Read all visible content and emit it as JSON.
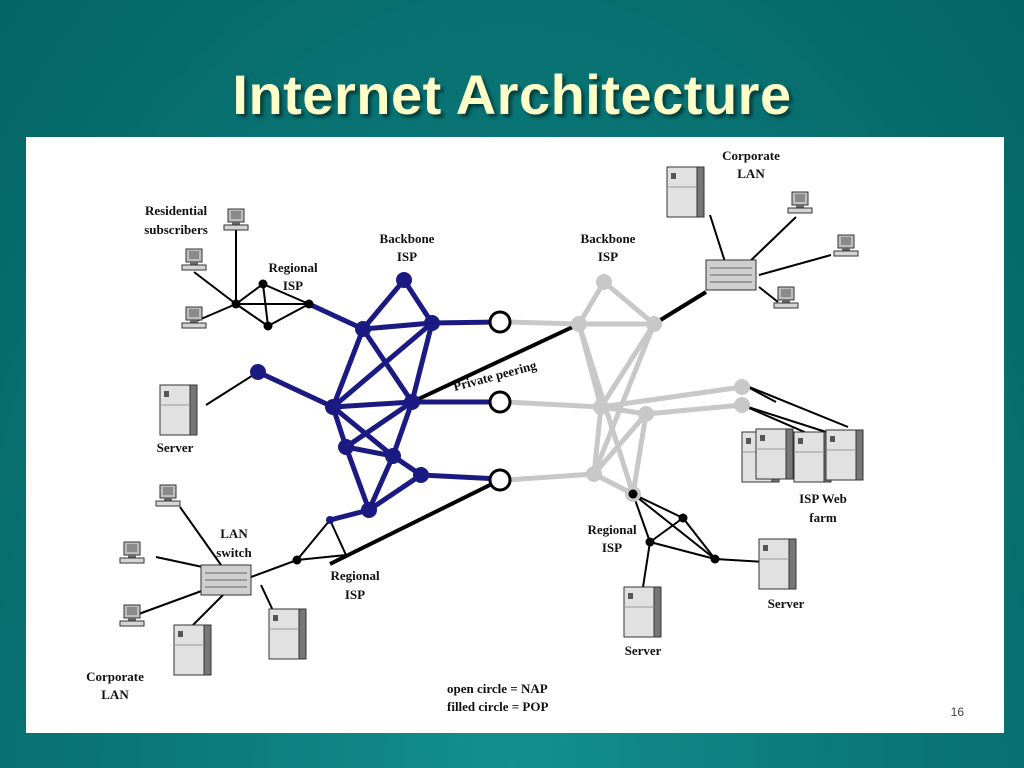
{
  "slide": {
    "title": "Internet Architecture",
    "page_number": "16"
  },
  "labels": {
    "residential": [
      "Residential",
      "subscribers"
    ],
    "regional_isp_tl": [
      "Regional",
      "ISP"
    ],
    "backbone_isp_left": [
      "Backbone",
      "ISP"
    ],
    "backbone_isp_right": [
      "Backbone",
      "ISP"
    ],
    "corporate_lan_tr": [
      "Corporate",
      "LAN"
    ],
    "server_left": "Server",
    "private_peering": "Private peering",
    "isp_web_farm": [
      "ISP Web",
      "farm"
    ],
    "lan_switch": [
      "LAN",
      "switch"
    ],
    "regional_isp_bl": [
      "Regional",
      "ISP"
    ],
    "regional_isp_br": [
      "Regional",
      "ISP"
    ],
    "server_br": "Server",
    "server_bottom": "Server",
    "corporate_lan_bl": [
      "Corporate",
      "LAN"
    ],
    "legend": [
      "open circle = NAP",
      "filled circle = POP"
    ]
  },
  "colors": {
    "backbone_left": "#1a1a82",
    "backbone_right": "#c8c8c8",
    "wire": "#000000"
  }
}
